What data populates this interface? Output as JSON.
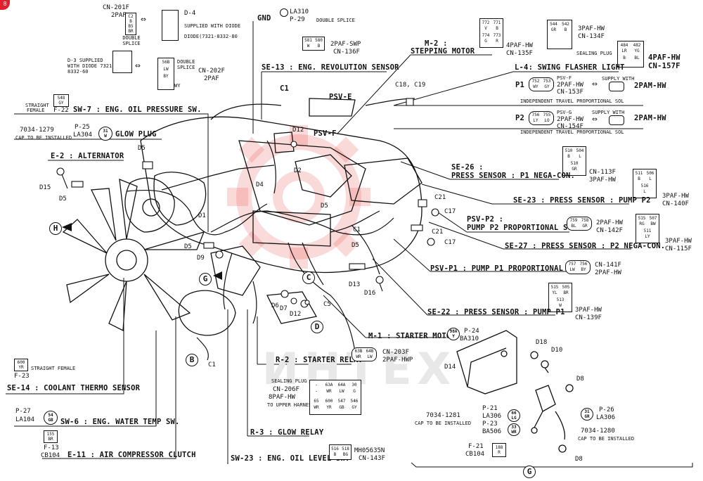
{
  "brand_badge": "8",
  "watermark": "ИНТЕХ",
  "colors": {
    "ink": "#111111",
    "watermark_red": "#e53935",
    "badge_red": "#e0202a"
  },
  "labels": {
    "cn201f": "CN-201F",
    "cn201f_sub": "2PAF",
    "double_splice_1": "DOUBLE SPLICE",
    "cn201f_cells": [
      "C2",
      "B",
      "B5",
      "BR"
    ],
    "d4": "D-4",
    "d4_supplied": "SUPPLIED WITH DIODE",
    "d4_diode": "DIODE(7321-8332-80",
    "d3_text": "D-3 SUPPLIED WITH DIODE 7321-8332-60",
    "d3_cells": [
      "56B",
      "LW",
      "BY"
    ],
    "double_splice_2": "DOUBLE SPLICE",
    "cn202f": "CN-202F",
    "cn202f_sub": "2PAF",
    "cn202f_cells": [
      "LW",
      "WY"
    ],
    "f22_box": [
      "548",
      "GY"
    ],
    "f22_straight": "STRAIGHT",
    "f22_female": "FEMALE",
    "f22": "F-22",
    "sw7": "SW-7 : ENG. OIL PRESSURE SW.",
    "p25": "P-25",
    "lp1279": "7034-1279",
    "cap1": "CAP TO BE INSTALLED",
    "la304": "LA304",
    "la304_circ": [
      "31",
      "W"
    ],
    "glow_plug": "GLOW PLUG",
    "e2": "E-2 : ALTERNATOR",
    "d5_a": "D5",
    "d15": "D15",
    "d5_b": "D5",
    "h": "H",
    "gnd": "GND",
    "la310": "LA310",
    "p29": "P-29",
    "double_splice_3": "DOUBLE SPLICE",
    "cn136f_cells": [
      "581",
      "580",
      "W",
      "B"
    ],
    "cn136f_type": "2PAF-SWP",
    "cn136f": "CN-136F",
    "se13": "SE-13 : ENG. REVOLUTION SENSOR",
    "m2_cells": [
      "772",
      "771",
      "V",
      "B",
      "774",
      "773",
      "G",
      "R"
    ],
    "m2": "M-2 :",
    "stepping_motor": "STEPPING MOTOR",
    "cn135f_type": "4PAF-HW",
    "cn135f": "CN-135F",
    "cn134f_cells": [
      "544",
      "542",
      "GR",
      "B"
    ],
    "cn134f_type": "3PAF-HW",
    "cn134f": "CN-134F",
    "sealing_plug": "SEALING PLUG",
    "cn157f_cells": [
      "484",
      "482",
      "LR",
      "YG",
      "B",
      "BL"
    ],
    "cn157f_type": "4PAF-HW",
    "cn157f": "CN-157F",
    "l4": "L-4: SWING FLASHER LIGHT",
    "c1_a": "C1",
    "psve": "PSV-E",
    "c18c19": "C18, C19",
    "d12_a": "D12",
    "psvf": "PSV-F",
    "d2": "D2",
    "d4_mark": "D4",
    "p1": "P1",
    "psvf_small": "PSV-F",
    "p1_conn_cells": [
      "752",
      "753",
      "WY",
      "GY"
    ],
    "p1_2paf": "2PAF-HW",
    "cn153f": "CN-153F",
    "supply_with": "SUPPLY WITH",
    "p1_2pam": "2PAM-HW",
    "indep": "INDEPENDENT TRAVEL PROPORTIONAL SOL",
    "p2": "P2",
    "psvg": "PSV-G",
    "p2_conn_cells": [
      "756",
      "755",
      "LY",
      "LO"
    ],
    "p2_2paf": "2PAF-HW",
    "cn154f": "CN-154F",
    "p2_2pam": "2PAM-HW",
    "se26": "SE-26 :",
    "se26_name": "PRESS SENSOR : P1 NEGA-CON.",
    "cn113f_cells": [
      "510",
      "504",
      "B",
      "L",
      "510",
      "GR"
    ],
    "cn113f": "CN-113F",
    "cn113f_type": "3PAF-HW",
    "cn140f_cells": [
      "511",
      "506",
      "B",
      "L",
      "516",
      "L"
    ],
    "cn140f_type": "3PAF-HW",
    "cn140f": "CN-140F",
    "se23": "SE-23 : PRESS SENSOR : PUMP P2",
    "c21_a": "C21",
    "c17_a": "C17",
    "c21_b": "C21",
    "c17_b": "C17",
    "d5_c": "D5",
    "c1_b": "C1",
    "psvp2": "PSV-P2 :",
    "psvp2_name": "PUMP P2 PROPORTIONAL SOL",
    "cn142f_cells": [
      "759",
      "758",
      "BL",
      "GR"
    ],
    "cn142f_type": "2PAF-HW",
    "cn142f": "CN-142F",
    "cn115f_cells": [
      "515",
      "507",
      "RG",
      "BW",
      "511",
      "LY"
    ],
    "cn115f_type": "3PAF-HW",
    "cn115f": "CN-115F",
    "se27": "SE-27 : PRESS SENSOR : P2 NEGA-CON.",
    "d5_d": "D5",
    "d13": "D13",
    "d16": "D16",
    "psvp1": "PSV-P1 : PUMP P1 PROPORTIONAL SOL",
    "cn141f_cells": [
      "757",
      "756",
      "LW",
      "BY"
    ],
    "cn141f": "CN-141F",
    "cn141f_type": "2PAF-HW",
    "cn139f_cells": [
      "515",
      "505",
      "YL",
      "BR",
      "513",
      "W"
    ],
    "cn139f_type": "3PAF-HW",
    "cn139f": "CN-139F",
    "se22": "SE-22 : PRESS SENSOR : PUMP P1",
    "d1": "D1",
    "d5_e": "D5",
    "d9": "D9",
    "g": "G",
    "c_mark": "C",
    "c5": "C5",
    "d6": "D6",
    "d7": "D7",
    "d12_b": "D12",
    "d_mark": "D",
    "m1": "M-1 : STARTER MOTOR",
    "m1_circ": [
      "98A",
      "Y"
    ],
    "p24": "P-24",
    "ba310": "BA310",
    "d14": "D14",
    "d18": "D18",
    "d10": "D10",
    "d8_a": "D8",
    "r2": "R-2 : STARTER RELAY",
    "cn203f_cells": [
      "63B",
      "64B",
      "WR",
      "LW"
    ],
    "cn203f": "CN-203F",
    "cn203f_type": "2PAF-HWP",
    "cn206f_plug": "SEALING PLUG",
    "cn206f": "CN-206F",
    "cn206f_type": "8PAF-HW",
    "cn206f_harness": "TO UPPER HARNESS",
    "cn206f_cells": [
      "-",
      "63A",
      "64A",
      "30",
      "-",
      "WR",
      "LW",
      "G",
      "65",
      "600",
      "547",
      "546",
      "WR",
      "YR",
      "GB",
      "GY"
    ],
    "b": "B",
    "c1_c": "C1",
    "f23_box": [
      "600",
      "YR"
    ],
    "f23_straight": "STRAIGHT FEMALE",
    "f23": "F-23",
    "se14": "SE-14 : COOLANT THERMO SENSOR",
    "p27": "P-27",
    "la104": "LA104",
    "la104_circ": [
      "54",
      "GB"
    ],
    "sw6": "SW-6 : ENG. WATER TEMP SW.",
    "f13_box": [
      "155",
      "BR"
    ],
    "f13": "F-13",
    "cb104": "CB104",
    "e11": "E-11 : AIR COMPRESSOR CLUTCH",
    "r3": "R-3 : GLOW RELAY",
    "sw23": "SW-23 : ENG. OIL LEVEL SW.",
    "mh": "MH05635N",
    "cn143f_cells": [
      "516",
      "518",
      "B",
      "BG"
    ],
    "cn143f": "CN-143F",
    "lp1281": "7034-1281",
    "cap2": "CAP TO BE INSTALLED",
    "p21": "P-21",
    "la306_a": "LA306",
    "p23": "P-23",
    "ba506": "BA506",
    "la306_circ_a": [
      "66",
      "LG"
    ],
    "ba506_circ": [
      "33",
      "WR"
    ],
    "p26": "P-26",
    "la306_b": "LA306",
    "la306_circ_b": [
      "31",
      "GR"
    ],
    "lp1280": "7034-1280",
    "cap3": "CAP TO BE INSTALLED",
    "f21": "F-21",
    "cb104_b": "CB104",
    "f21_box": [
      "188",
      "R"
    ],
    "d8_b": "D8",
    "g_bottom": "G"
  }
}
